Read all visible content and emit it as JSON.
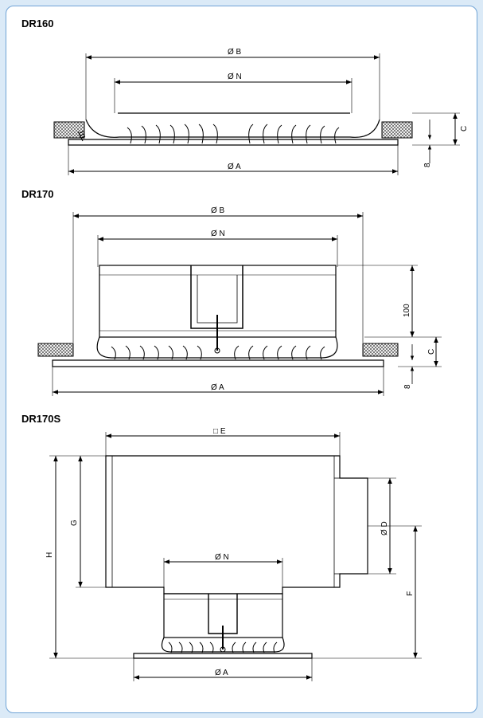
{
  "sections": {
    "dr160": {
      "title": "DR160",
      "labels": {
        "b": "Ø B",
        "n": "Ø N",
        "a": "Ø A",
        "c": "C",
        "eight": "8"
      }
    },
    "dr170": {
      "title": "DR170",
      "labels": {
        "b": "Ø B",
        "n": "Ø N",
        "a": "Ø A",
        "c": "C",
        "eight": "8",
        "hundred": "100"
      }
    },
    "dr170s": {
      "title": "DR170S",
      "labels": {
        "e": "□ E",
        "n": "Ø N",
        "a": "Ø A",
        "d": "Ø D",
        "g": "G",
        "h": "H",
        "f": "F"
      }
    }
  },
  "colors": {
    "border": "#6fa3d6",
    "background": "#dbeaf7",
    "line": "#000000"
  }
}
